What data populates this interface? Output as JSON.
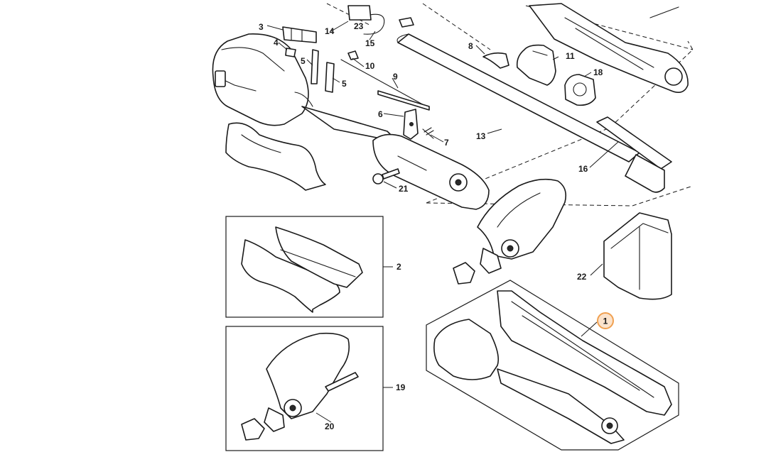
{
  "diagram": {
    "labels": {
      "p1": "1",
      "p2": "2",
      "p3": "3",
      "p4": "4",
      "p5a": "5",
      "p5b": "5",
      "p6": "6",
      "p7": "7",
      "p8": "8",
      "p9": "9",
      "p10": "10",
      "p11": "11",
      "p13": "13",
      "p14": "14",
      "p15": "15",
      "p16": "16",
      "p18": "18",
      "p19": "19",
      "p20": "20",
      "p21": "21",
      "p22": "22",
      "p23": "23"
    },
    "highlight_color": "#f0a050",
    "highlight_fill": "#fbe3cc"
  }
}
